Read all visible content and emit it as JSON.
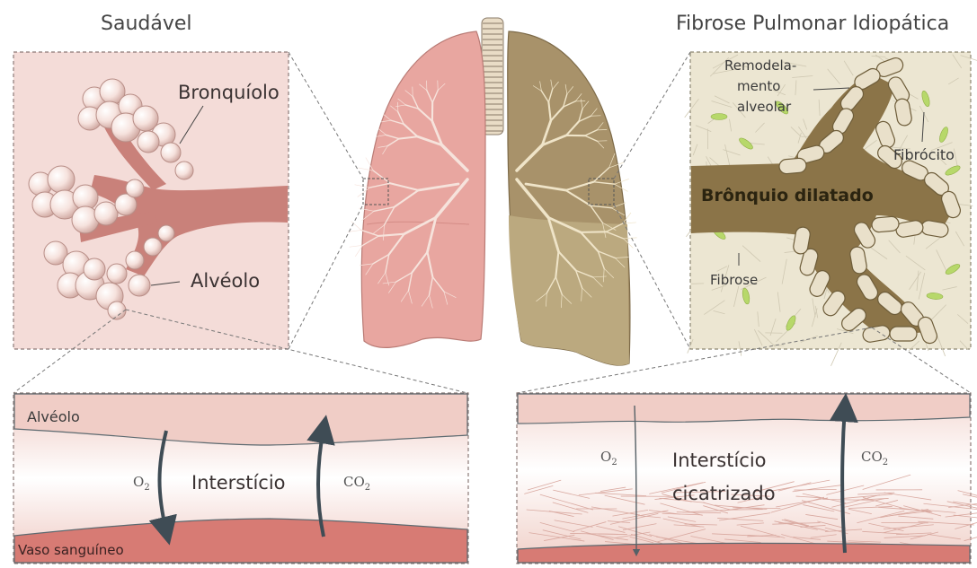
{
  "healthy": {
    "title": "Saudável",
    "bronchiole_label": "Bronquíolo",
    "alveolus_label": "Alvéolo",
    "detail": {
      "alveolus_label": "Alvéolo",
      "interstitium_label": "Interstício",
      "vessel_label": "Vaso sanguíneo",
      "o2_letter": "O",
      "o2_sub": "2",
      "co2_letters": "CO",
      "co2_sub": "2"
    }
  },
  "fibrosis": {
    "title": "Fibrose Pulmonar Idiopática",
    "remodeling_line1": "Remodela-",
    "remodeling_line2": "mento",
    "remodeling_line3": "alveolar",
    "fibrocyte_label": "Fibrócito",
    "dilated_bronchus_label": "Brônquio dilatado",
    "fibrosis_label": "Fibrose",
    "detail": {
      "interstitium_line1": "Interstício",
      "interstitium_line2": "cicatrizado",
      "o2_letter": "O",
      "o2_sub": "2",
      "co2_letters": "CO",
      "co2_sub": "2"
    }
  },
  "colors": {
    "healthy_lung": "#e8a6a0",
    "fibrotic_lung": "#a8926a",
    "panel_pink": "#f4dcd8",
    "panel_beige": "#ece6d2",
    "alveolus_wall": "#edc9c4",
    "blood_vessel": "#d77b74",
    "bronchus_healthy": "#c9817a",
    "bronchus_fibrotic": "#8b7448",
    "arrow": "#3f4c55",
    "fibrocyte_green": "#b7d86a"
  }
}
